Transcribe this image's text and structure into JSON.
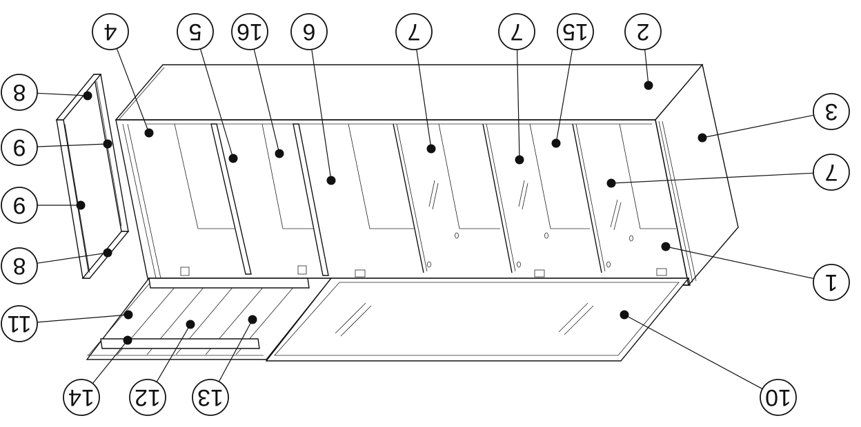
{
  "callouts": [
    {
      "id": "c1",
      "label": "4"
    },
    {
      "id": "c2",
      "label": "5"
    },
    {
      "id": "c3",
      "label": "16"
    },
    {
      "id": "c4",
      "label": "6"
    },
    {
      "id": "c5",
      "label": "7"
    },
    {
      "id": "c6",
      "label": "7"
    },
    {
      "id": "c7",
      "label": "15"
    },
    {
      "id": "c8",
      "label": "2"
    },
    {
      "id": "c9",
      "label": "3"
    },
    {
      "id": "c10",
      "label": "7"
    },
    {
      "id": "c11",
      "label": "1"
    },
    {
      "id": "c12",
      "label": "10"
    },
    {
      "id": "c13",
      "label": "13"
    },
    {
      "id": "c14",
      "label": "12"
    },
    {
      "id": "c15",
      "label": "14"
    },
    {
      "id": "c16",
      "label": "11"
    },
    {
      "id": "c17",
      "label": "8"
    },
    {
      "id": "c18",
      "label": "9"
    },
    {
      "id": "c19",
      "label": "9"
    },
    {
      "id": "c20",
      "label": "8"
    }
  ]
}
